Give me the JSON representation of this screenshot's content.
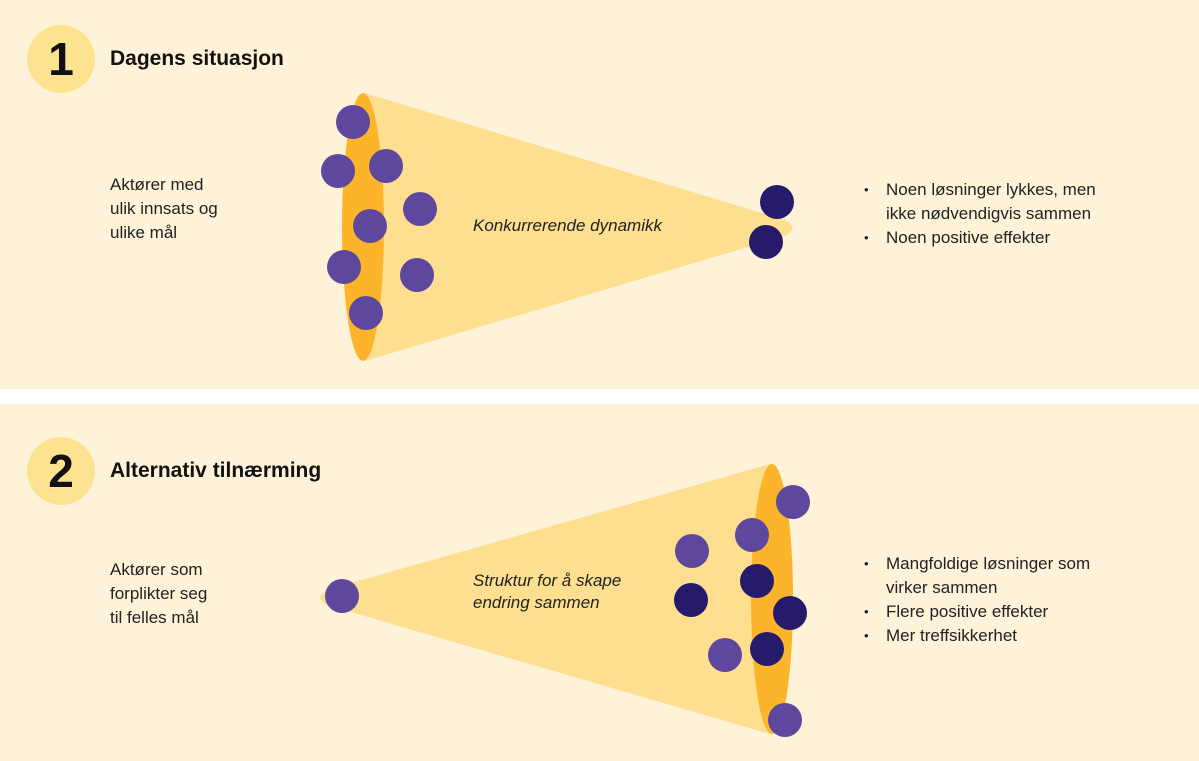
{
  "sections": [
    {
      "number": "1",
      "title": "Dagens situasjon",
      "description": [
        "Aktører med",
        "ulik innsats og",
        "ulike mål"
      ],
      "funnel_label": [
        "Konkurrerende dynamikk"
      ],
      "outcomes": [
        "Noen løsninger lykkes, men ikke nødvendigvis sammen",
        "Noen positive effekter"
      ]
    },
    {
      "number": "2",
      "title": "Alternativ tilnærming",
      "description": [
        "Aktører som",
        "forplikter seg",
        "til felles mål"
      ],
      "funnel_label": [
        "Struktur for å skape",
        "endring sammen"
      ],
      "outcomes": [
        "Mangfoldige løsninger som virker sammen",
        "Flere positive effekter",
        "Mer treffsikkerhet"
      ]
    }
  ],
  "colors": {
    "background": "#fef3d9",
    "funnel_body": "#fddf8f",
    "funnel_rim": "#fcb52a",
    "badge": "#fde28f",
    "actor_light": "#5e489d",
    "actor_dark": "#261a6b"
  }
}
